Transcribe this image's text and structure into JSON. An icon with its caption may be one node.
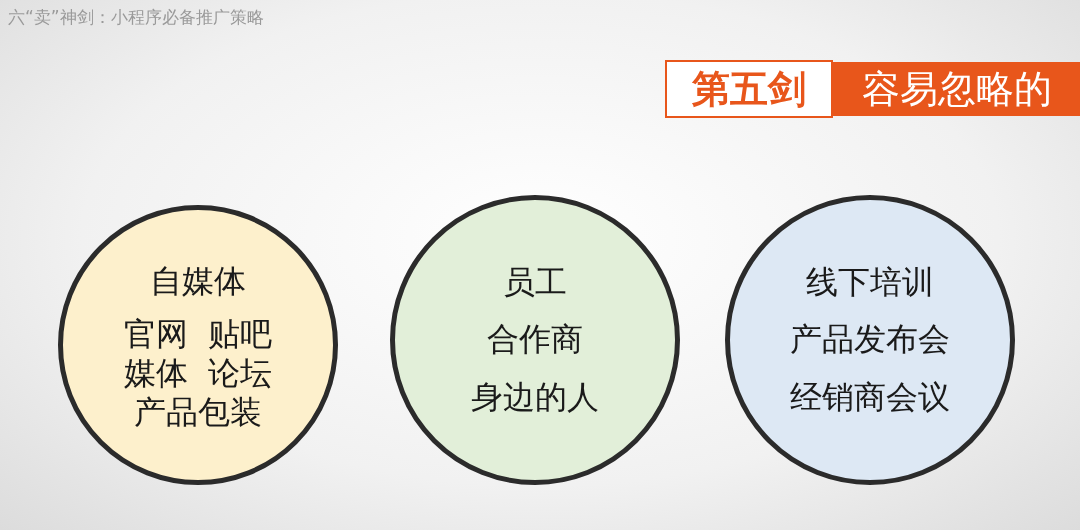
{
  "diagram": {
    "title": "六“卖”神剑：小程序必备推广策略",
    "nodes": [
      {
        "text": [
          "第五剑"
        ]
      },
      {
        "text": [
          "容易忽略的"
        ]
      },
      {
        "text": [
          "自媒体",
          "官网  贴吧",
          "媒体  论坛",
          "产品包装"
        ]
      },
      {
        "text": [
          "员工",
          "合作商",
          "身边的人"
        ]
      },
      {
        "text": [
          "线下培训",
          "产品发布会",
          "经销商会议"
        ]
      }
    ]
  }
}
